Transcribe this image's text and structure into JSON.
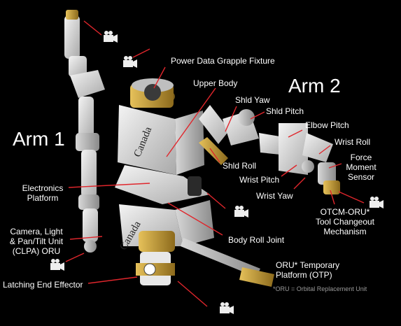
{
  "big_labels": {
    "arm1": "Arm 1",
    "arm2": "Arm 2"
  },
  "labels": {
    "power_data_grapple_fixture": "Power Data Grapple Fixture",
    "upper_body": "Upper Body",
    "shld_yaw": "Shld Yaw",
    "shld_pitch": "Shld Pitch",
    "elbow_pitch": "Elbow Pitch",
    "wrist_roll": "Wrist Roll",
    "shld_roll": "Shld Roll",
    "force_moment_sensor": [
      "Force",
      "Moment",
      "Sensor"
    ],
    "wrist_pitch": "Wrist Pitch",
    "wrist_yaw": "Wrist Yaw",
    "electronics_platform": [
      "Electronics",
      "Platform"
    ],
    "otcm_oru": [
      "OTCM-ORU*",
      "Tool Changeout",
      "Mechanism"
    ],
    "body_roll_joint": "Body Roll Joint",
    "clpa_oru": [
      "Camera, Light",
      "& Pan/Tilt Unit",
      "(CLPA) ORU"
    ],
    "latching_end_effector": "Latching End Effector",
    "otp": [
      "ORU* Temporary",
      "Platform (OTP)"
    ]
  },
  "footnote": "*ORU = Orbital Replacement Unit",
  "body_text": [
    "Canada",
    "Canada"
  ],
  "colors": {
    "leader_line": "#e0262c",
    "background": "#000000",
    "gold": "#c9a23a"
  },
  "icons": [
    "camera-icon",
    "camera-icon",
    "camera-icon",
    "camera-icon",
    "camera-icon",
    "camera-icon"
  ]
}
